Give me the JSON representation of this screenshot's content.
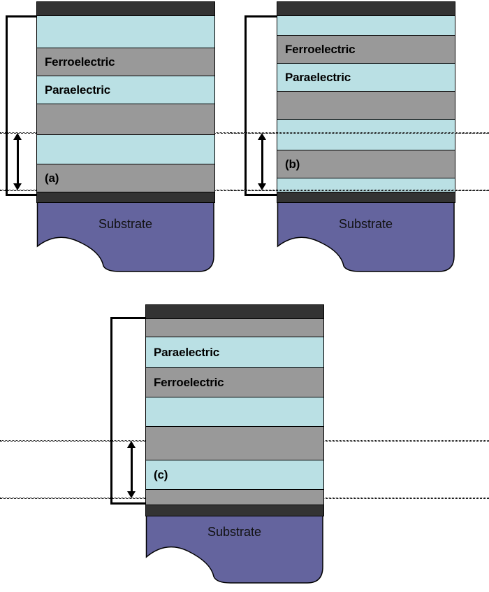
{
  "figure": {
    "type": "layered-device-schematic",
    "panel_count": 3,
    "colors": {
      "paraelectric": "#bae0e4",
      "ferroelectric": "#999999",
      "electrode": "#333333",
      "substrate": "#64649e",
      "outline": "#000000",
      "background": "#ffffff"
    },
    "common_labels": {
      "ferroelectric": "Ferroelectric",
      "paraelectric": "Paraelectric",
      "substrate": "Substrate"
    }
  },
  "panels": [
    {
      "id": "panel-a",
      "caption": "(a)",
      "caption_layer_index": 6,
      "substrate_label": "Substrate",
      "layers": [
        {
          "kind": "electrode",
          "label": ""
        },
        {
          "kind": "para",
          "label": ""
        },
        {
          "kind": "ferro",
          "label": "Ferroelectric"
        },
        {
          "kind": "para",
          "label": "Paraelectric"
        },
        {
          "kind": "ferro",
          "label": ""
        },
        {
          "kind": "para",
          "label": ""
        },
        {
          "kind": "ferro",
          "label": "(a)"
        },
        {
          "kind": "electrode",
          "label": ""
        }
      ]
    },
    {
      "id": "panel-b",
      "caption": "(b)",
      "caption_layer_index": 6,
      "substrate_label": "Substrate",
      "layers": [
        {
          "kind": "electrode",
          "label": ""
        },
        {
          "kind": "para",
          "label": ""
        },
        {
          "kind": "ferro",
          "label": "Ferroelectric"
        },
        {
          "kind": "para",
          "label": "Paraelectric"
        },
        {
          "kind": "ferro",
          "label": ""
        },
        {
          "kind": "para",
          "label": ""
        },
        {
          "kind": "ferro",
          "label": "(b)"
        },
        {
          "kind": "para",
          "label": ""
        },
        {
          "kind": "electrode",
          "label": ""
        }
      ]
    },
    {
      "id": "panel-c",
      "caption": "(c)",
      "caption_layer_index": 7,
      "substrate_label": "Substrate",
      "layers": [
        {
          "kind": "electrode",
          "label": ""
        },
        {
          "kind": "ferro",
          "label": ""
        },
        {
          "kind": "para",
          "label": "Paraelectric"
        },
        {
          "kind": "ferro",
          "label": "Ferroelectric"
        },
        {
          "kind": "para",
          "label": ""
        },
        {
          "kind": "ferro",
          "label": ""
        },
        {
          "kind": "para",
          "label": "(c)"
        },
        {
          "kind": "ferro",
          "label": ""
        },
        {
          "kind": "electrode",
          "label": ""
        }
      ]
    }
  ]
}
